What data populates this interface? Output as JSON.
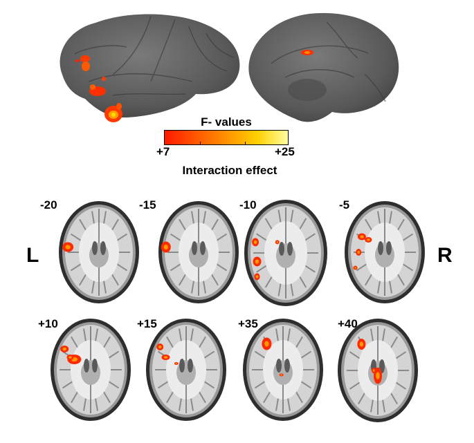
{
  "colorbar": {
    "title": "F- values",
    "min": "+7",
    "max": "+25",
    "label": "Interaction effect",
    "colors": [
      "#ff1a00",
      "#ff7a00",
      "#ffd000",
      "#ffffa0"
    ]
  },
  "orientation": {
    "left": "L",
    "right": "R"
  },
  "slices": {
    "row1": [
      "-20",
      "-15",
      "-10",
      "-5"
    ],
    "row2": [
      "+10",
      "+15",
      "+35",
      "+40"
    ]
  }
}
